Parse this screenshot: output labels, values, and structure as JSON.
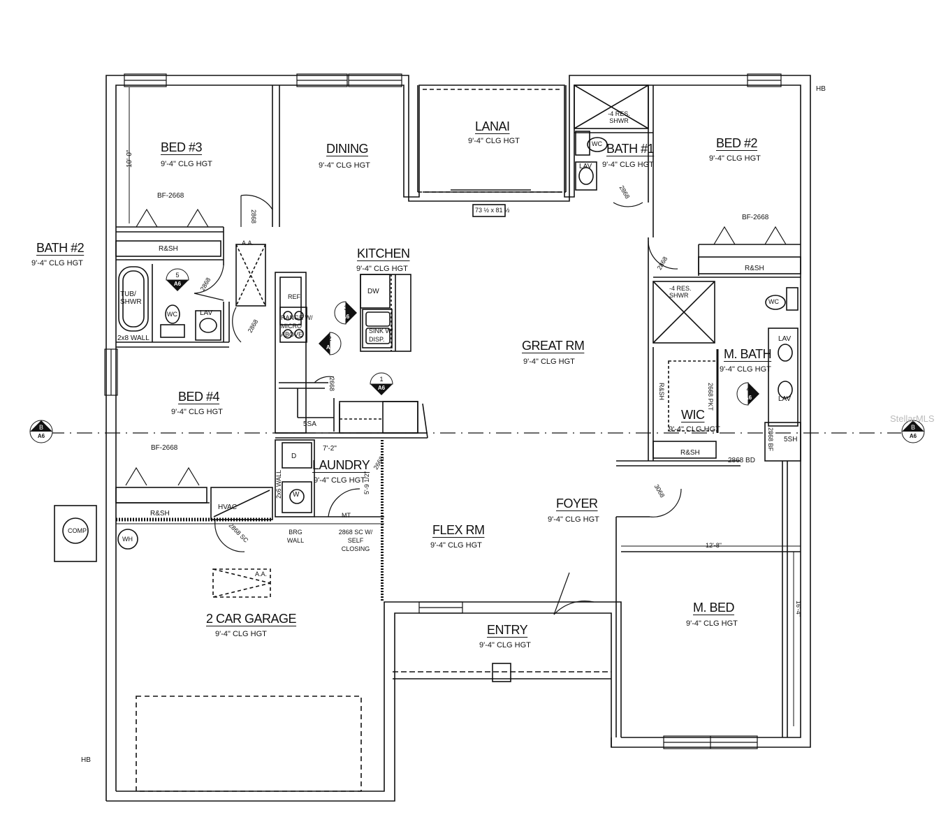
{
  "rooms": {
    "bed3": {
      "name": "BED #3",
      "clg": "9'-4\" CLG HGT"
    },
    "dining": {
      "name": "DINING",
      "clg": "9'-4\" CLG HGT"
    },
    "lanai": {
      "name": "LANAI",
      "clg": "9'-4\" CLG HGT"
    },
    "bath1": {
      "name": "BATH #1",
      "clg": "9'-4\" CLG HGT"
    },
    "bed2": {
      "name": "BED #2",
      "clg": "9'-4\" CLG HGT"
    },
    "bath2": {
      "name": "BATH #2",
      "clg": "9'-4\" CLG HGT"
    },
    "kitchen": {
      "name": "KITCHEN",
      "clg": "9'-4\" CLG HGT"
    },
    "great_rm": {
      "name": "GREAT RM",
      "clg": "9'-4\" CLG HGT"
    },
    "m_bath": {
      "name": "M. BATH",
      "clg": "9'-4\" CLG HGT"
    },
    "bed4": {
      "name": "BED #4",
      "clg": "9'-4\" CLG HGT"
    },
    "wic": {
      "name": "WIC",
      "clg": "9'-4\" CLG HGT"
    },
    "laundry": {
      "name": "LAUNDRY",
      "clg": "9'-4\" CLG HGT"
    },
    "foyer": {
      "name": "FOYER",
      "clg": "9'-4\" CLG HGT"
    },
    "flex_rm": {
      "name": "FLEX RM",
      "clg": "9'-4\" CLG HGT"
    },
    "m_bed": {
      "name": "M. BED",
      "clg": "9'-4\" CLG HGT"
    },
    "garage": {
      "name": "2 CAR GARAGE",
      "clg": "9'-4\" CLG HGT"
    },
    "entry": {
      "name": "ENTRY",
      "clg": "9'-4\" CLG HGT"
    }
  },
  "notes": {
    "hb": "HB",
    "bf_2668": "BF-2668",
    "rsh": "R&SH",
    "tub_shwr": "TUB/ SHWR",
    "wc": "WC",
    "lav": "LAV",
    "two_by_eight_wall": "2x8 WALL",
    "door_2868": "2868",
    "door_3068": "3068",
    "aa": "A.A.",
    "ref": "REF",
    "range": "RANGE W/ MICRO ABOVE",
    "dw": "DW",
    "sink": "SINK W/ DISP.",
    "res_shwr": "-4 RES. SHWR",
    "window": "73 ½ x 81 ½",
    "five_sa": "5SA",
    "d": "D",
    "w": "W",
    "mt": "MT",
    "hvac": "HVAC",
    "wh": "WH",
    "comp": "COMP",
    "sc_2868": "2868 SC",
    "brg_wall": "BRG WALL",
    "sc_self": "2868 SC W/ SELF CLOSING",
    "two_by_six_wall": "2x6 WALL",
    "dim_7_2": "7'-2\"",
    "dim_5_9": "5'-9 1/2\"",
    "dim_2668": "2668",
    "pkt": "2668 PKT",
    "five_sh": "5SH",
    "bd_2868": "2868 BD",
    "bf_2868": "2868 BF",
    "dim_12_8": "12'-8\"",
    "dim_16_4": "16'-4\"",
    "dim_10_0": "10'-0\"",
    "watermark": "StellarMLS"
  },
  "markers": [
    {
      "id": "1",
      "sheet": "A6"
    },
    {
      "id": "2",
      "sheet": "A6"
    },
    {
      "id": "3",
      "sheet": "A6"
    },
    {
      "id": "4",
      "sheet": "A6"
    },
    {
      "id": "5",
      "sheet": "A6"
    },
    {
      "id": "B",
      "sheet": "A6"
    },
    {
      "id": "B",
      "sheet": "A6"
    }
  ]
}
